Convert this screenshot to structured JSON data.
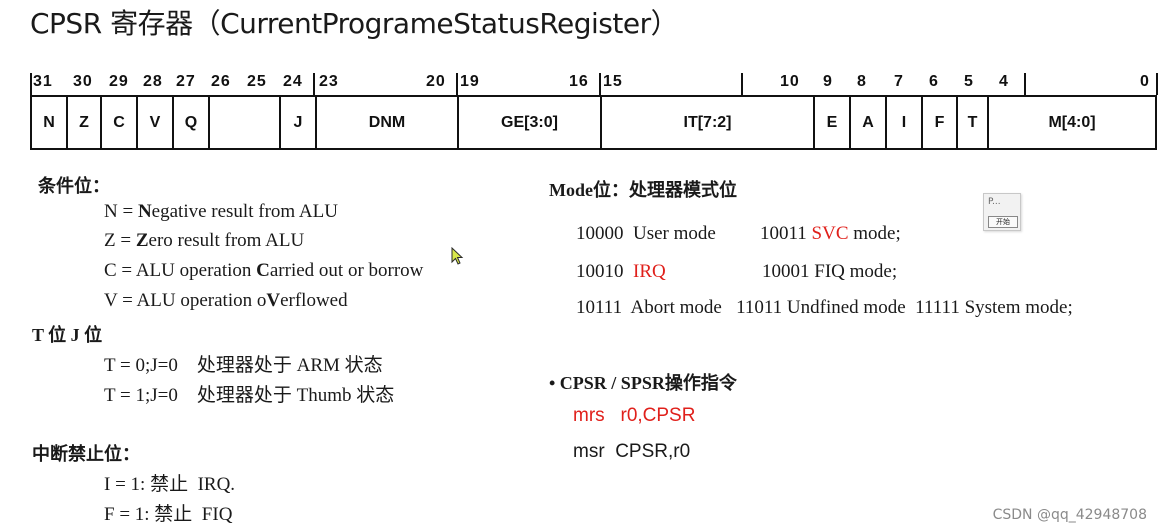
{
  "title": "CPSR 寄存器（CurrentProgrameStatusRegister）",
  "register": {
    "bit_labels": [
      "31",
      "30",
      "29",
      "28",
      "27",
      "26",
      "25",
      "24",
      "23",
      "20",
      "19",
      "16",
      "15",
      "10",
      "9",
      "8",
      "7",
      "6",
      "5",
      "4",
      "0"
    ],
    "fields": [
      "N",
      "Z",
      "C",
      "V",
      "Q",
      "",
      "J",
      "DNM",
      "GE[3:0]",
      "IT[7:2]",
      "E",
      "A",
      "I",
      "F",
      "T",
      "M[4:0]"
    ]
  },
  "condition": {
    "heading": "条件位：",
    "lines": [
      {
        "letter": "N",
        "prefix": "N = ",
        "bold": "N",
        "rest": "egative result from ALU"
      },
      {
        "letter": "Z",
        "prefix": "Z = ",
        "bold": "Z",
        "rest": "ero result from ALU"
      },
      {
        "letter": "C",
        "prefix": "C = ALU operation ",
        "bold": "C",
        "rest": "arried out or  borrow"
      },
      {
        "letter": "V",
        "prefix": "V = ALU operation o",
        "bold": "V",
        "rest": "erflowed"
      }
    ]
  },
  "tj": {
    "heading": "T 位 J 位",
    "lines": [
      "T = 0;J=0    处理器处于 ARM 状态",
      "T = 1;J=0    处理器处于 Thumb 状态"
    ]
  },
  "interrupt": {
    "heading": "中断禁止位：",
    "lines": [
      "I = 1: 禁止  IRQ.",
      "F = 1: 禁止  FIQ"
    ]
  },
  "mode": {
    "heading": "Mode位：处理器模式位",
    "row1": {
      "a": "10000  User mode",
      "b_code": "10011 ",
      "b_red": "SVC",
      "b_rest": " mode;"
    },
    "row2": {
      "a_code": "10010  ",
      "a_red": "IRQ",
      "b": "10001 FIQ mode;"
    },
    "row3": "10111  Abort mode   11011 Undfined mode  11111 System mode;"
  },
  "ops": {
    "heading": "• CPSR / SPSR操作指令",
    "line1": "mrs   r0,CPSR",
    "line2": "msr  CPSR,r0"
  },
  "popup": {
    "label": "P...",
    "button": "开始"
  },
  "watermark": "CSDN @qq_42948708",
  "colors": {
    "accent_red": "#e0201b"
  }
}
